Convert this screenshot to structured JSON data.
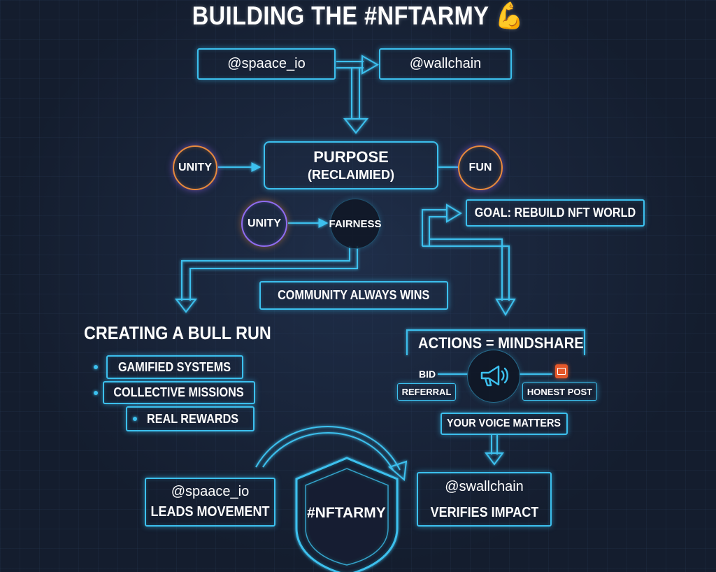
{
  "title": "BUILDING THE #NFTARMY",
  "title_emoji": "💪",
  "nodes": {
    "spaace_top": "@spaace_io",
    "wallchain_top": "@wallchain",
    "purpose_line1": "PURPOSE",
    "purpose_line2": "(RECLAIMIED)",
    "unity_1": "UNITY",
    "fun": "FUN",
    "unity_2": "UNITY",
    "fairness": "FAIRNESS",
    "goal": "GOAL: REBUILD NFT WORLD",
    "community": "COMMUNITY ALWAYS WINS",
    "bull_run_heading": "CREATING A BULL RUN",
    "bull_run_items": [
      "GAMIFIED SYSTEMS",
      "COLLECTIVE MISSIONS",
      "REAL REWARDS"
    ],
    "actions": "ACTIONS = MINDSHARE",
    "bid": "BID",
    "referral": "REFERRAL",
    "honest_post": "HONEST POST",
    "voice": "YOUR VOICE MATTERS",
    "spaace_bottom_line1": "@spaace_io",
    "spaace_bottom_line2": "LEADS MOVEMENT",
    "shield": "#NFTARMY",
    "swallchain_line1": "@swallchain",
    "swallchain_line2": "VERIFIES IMPACT"
  },
  "icons": {
    "megaphone": "megaphone-icon",
    "post_badge": "post-badge-icon",
    "shield": "shield-icon",
    "flex": "flexed-arm-emoji"
  },
  "colors": {
    "background": "#141d2e",
    "accent_cyan": "#3cc0ee",
    "accent_orange": "#e98a3c",
    "accent_purple": "#8f6cf0"
  }
}
